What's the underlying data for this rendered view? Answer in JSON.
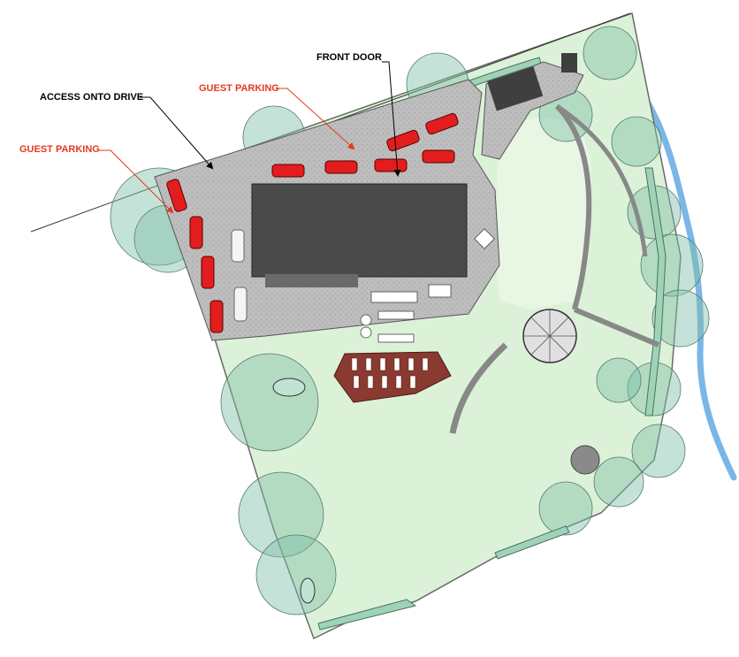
{
  "labels": {
    "front_door": "FRONT DOOR",
    "access_drive": "ACCESS ONTO DRIVE",
    "guest_parking_top": "GUEST PARKING",
    "guest_parking_left": "GUEST PARKING"
  },
  "colors": {
    "lawn": "#dcf2d8",
    "lawn_light": "#e8f6e4",
    "paving": "#b8b8b8",
    "building": "#4a4a4a",
    "tree_fill": "#7fbfa8",
    "hedge": "#9fd3b8",
    "stream": "#7ab6e6",
    "car_guest": "#e31d1d",
    "car_parked": "#f4f4f4",
    "label_red": "#e23a1e",
    "label_black": "#000000",
    "terrace": "#8a3a30"
  }
}
